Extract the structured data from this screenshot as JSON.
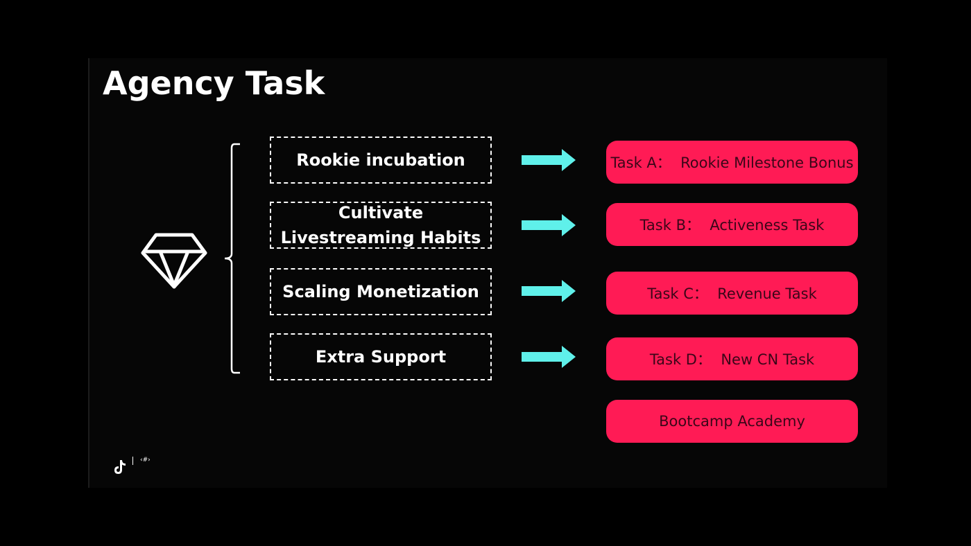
{
  "title": "Agency Task",
  "colors": {
    "background": "#000000",
    "text": "#ffffff",
    "arrow": "#5ff0ea",
    "task_fill": "#ff1b55",
    "task_text": "#3a0618"
  },
  "icons": {
    "left": "diamond-icon",
    "group": "brace-icon",
    "connector": "arrow-right-icon",
    "footer": "tiktok-logo-icon"
  },
  "stages": [
    {
      "label": "Rookie incubation"
    },
    {
      "label": "Cultivate Livestreaming Habits"
    },
    {
      "label": "Scaling Monetization"
    },
    {
      "label": "Extra Support"
    }
  ],
  "tasks": [
    {
      "label": "Task A：  Rookie Milestone Bonus"
    },
    {
      "label": "Task B：  Activeness Task"
    },
    {
      "label": "Task C：  Revenue Task"
    },
    {
      "label": "Task D：  New CN Task"
    },
    {
      "label": "Bootcamp Academy"
    }
  ],
  "footer": {
    "page_label": "‹#›"
  }
}
